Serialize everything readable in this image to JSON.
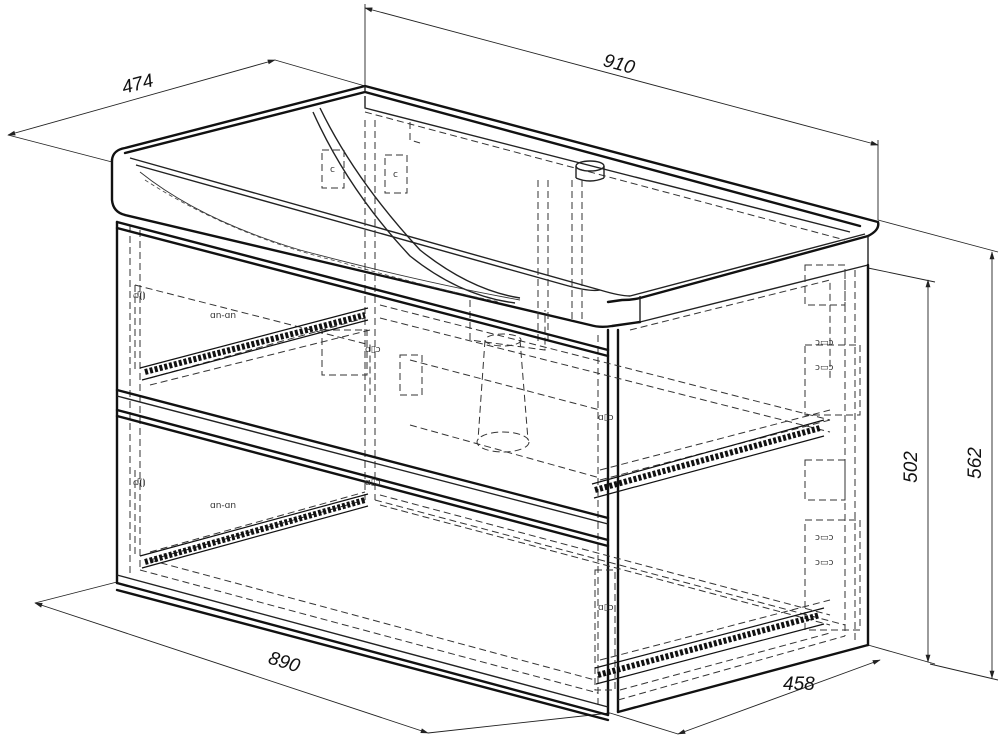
{
  "drawing": {
    "title": "Vanity cabinet with washbasin — isometric technical drawing",
    "line_color": "#111111",
    "background": "#ffffff"
  },
  "dimensions": {
    "basin_depth": "474",
    "basin_width": "910",
    "cabinet_height": "502",
    "total_height": "562",
    "cabinet_width": "890",
    "cabinet_depth": "458"
  },
  "components": {
    "washbasin": "basin-top",
    "drawers": [
      "upper-drawer",
      "lower-drawer"
    ],
    "hardware": [
      "drawer-rails",
      "hinges",
      "drain-siphon",
      "tap-hole"
    ]
  }
}
